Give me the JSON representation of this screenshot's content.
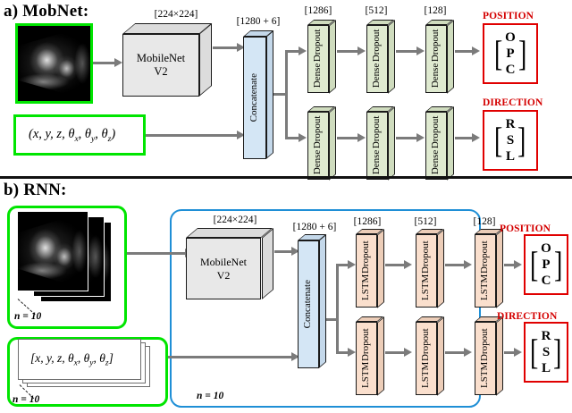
{
  "figure": {
    "panels": [
      {
        "id": "a",
        "title": "a) MobNet:",
        "image_input": {
          "name": "ultrasound-image",
          "dim_label": ""
        },
        "vector_input": {
          "text": "(x, y, z, θx, θy, θz)"
        },
        "backbone": {
          "label_line1": "MobileNet",
          "label_line2": "V2",
          "dim_label": "[224×224]"
        },
        "concat": {
          "label": "Concatenate",
          "dim_label": "[1280 + 6]"
        },
        "branches": [
          {
            "name": "position",
            "layers": [
              {
                "type": "Dense",
                "regularizer": "Dropout",
                "dim_label": "[1286]"
              },
              {
                "type": "Dense",
                "regularizer": "Dropout",
                "dim_label": "[512]"
              },
              {
                "type": "Dense",
                "regularizer": "Dropout",
                "dim_label": "[128]"
              }
            ],
            "output": {
              "label": "POSITION",
              "letters": [
                "O",
                "P",
                "C"
              ]
            }
          },
          {
            "name": "direction",
            "layers": [
              {
                "type": "Dense",
                "regularizer": "Dropout",
                "dim_label": ""
              },
              {
                "type": "Dense",
                "regularizer": "Dropout",
                "dim_label": ""
              },
              {
                "type": "Dense",
                "regularizer": "Dropout",
                "dim_label": ""
              }
            ],
            "output": {
              "label": "DIRECTION",
              "letters": [
                "R",
                "S",
                "L"
              ]
            }
          }
        ]
      },
      {
        "id": "b",
        "title": "b) RNN:",
        "image_input": {
          "name": "ultrasound-image-stack",
          "n_label": "n = 10"
        },
        "vector_input": {
          "text": "[x, y, z, θx, θy, θz]",
          "n_label": "n = 10"
        },
        "container": {
          "n_label": "n = 10"
        },
        "backbone": {
          "label_line1": "MobileNet",
          "label_line2": "V2",
          "dim_label": "[224×224]"
        },
        "concat": {
          "label": "Concatenate",
          "dim_label": "[1280 + 6]"
        },
        "branches": [
          {
            "name": "position",
            "layers": [
              {
                "type": "LSTM",
                "regularizer": "Dropout",
                "dim_label": "[1286]"
              },
              {
                "type": "LSTM",
                "regularizer": "Dropout",
                "dim_label": "[512]"
              },
              {
                "type": "LSTM",
                "regularizer": "Dropout",
                "dim_label": "[128]"
              }
            ],
            "output": {
              "label": "POSITION",
              "letters": [
                "O",
                "P",
                "C"
              ]
            }
          },
          {
            "name": "direction",
            "layers": [
              {
                "type": "LSTM",
                "regularizer": "Dropout",
                "dim_label": ""
              },
              {
                "type": "LSTM",
                "regularizer": "Dropout",
                "dim_label": ""
              },
              {
                "type": "LSTM",
                "regularizer": "Dropout",
                "dim_label": ""
              }
            ],
            "output": {
              "label": "DIRECTION",
              "letters": [
                "R",
                "S",
                "L"
              ]
            }
          }
        ]
      }
    ],
    "colors": {
      "input_frame_green": "#00e500",
      "output_border_red": "#e00000",
      "output_text_red": "#d40000",
      "container_blue": "#1f8fd6",
      "dense_block": "#dfead0",
      "lstm_block": "#fadfcd",
      "concat_block": "#d4e6f5",
      "backbone_block": "#e8e8e8",
      "arrow_gray": "#7b7b7b"
    }
  }
}
